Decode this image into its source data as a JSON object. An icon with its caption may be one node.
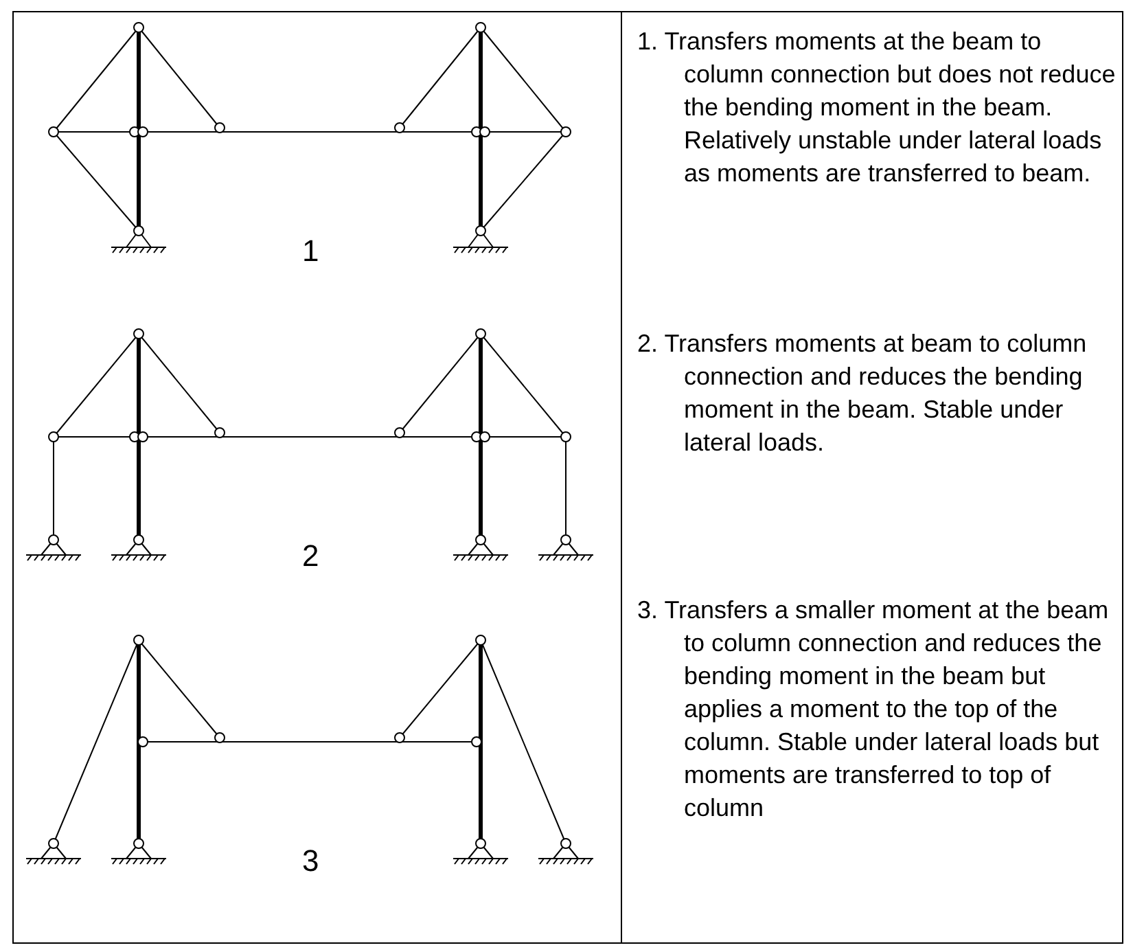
{
  "diagram": {
    "labels": [
      "1. Transfers moments at the beam to column connection but does not reduce the bending moment in the beam. Relatively unstable under lateral loads as moments are transferred to beam.",
      "1",
      "2. Transfers moments at beam to column connection and reduces the bending moment in the beam. Stable under lateral loads.",
      "2",
      "3. Transfers a smaller moment at the beam to column connection and reduces the bending moment in the beam but applies a moment to the top of the column. Stable under lateral loads but moments are transferred to top of column",
      "3"
    ]
  }
}
